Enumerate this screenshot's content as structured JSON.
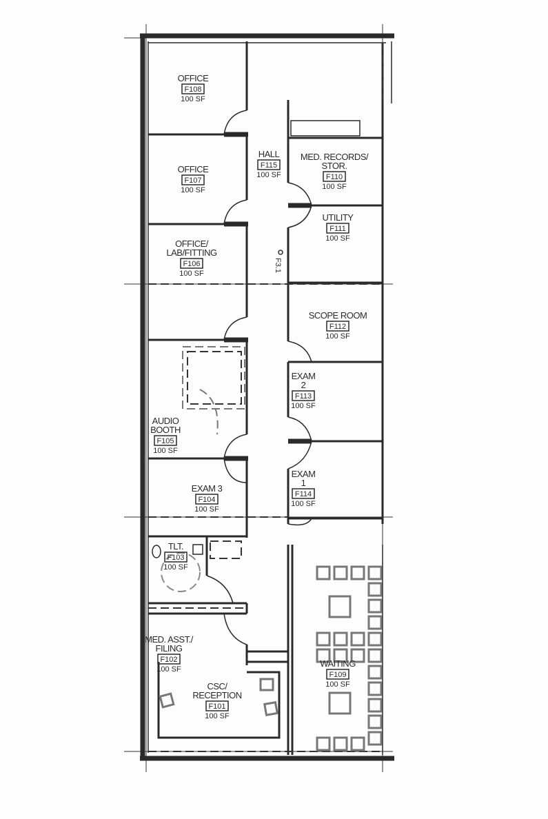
{
  "plan": {
    "rooms": [
      {
        "id": "office-1",
        "lines": [
          "OFFICE"
        ],
        "number": "F108",
        "area": "100 SF"
      },
      {
        "id": "office-2",
        "lines": [
          "OFFICE"
        ],
        "number": "F107",
        "area": "100 SF"
      },
      {
        "id": "office-lab-fitting",
        "lines": [
          "OFFICE/",
          "LAB/FITTING"
        ],
        "number": "F106",
        "area": "100 SF"
      },
      {
        "id": "audio-booth",
        "lines": [
          "AUDIO",
          "BOOTH"
        ],
        "number": "F105",
        "area": "100 SF"
      },
      {
        "id": "exam-3",
        "lines": [
          "EXAM 3"
        ],
        "number": "F104",
        "area": "100 SF"
      },
      {
        "id": "toilet",
        "lines": [
          "TLT."
        ],
        "number": "F103",
        "area": "100 SF"
      },
      {
        "id": "med-asst-filing",
        "lines": [
          "MED. ASST./",
          "FILING"
        ],
        "number": "F102",
        "area": "100 SF"
      },
      {
        "id": "csc-reception",
        "lines": [
          "CSC/",
          "RECEPTION"
        ],
        "number": "F101",
        "area": "100 SF"
      },
      {
        "id": "waiting",
        "lines": [
          "WAITING"
        ],
        "number": "F109",
        "area": "100 SF"
      },
      {
        "id": "hall",
        "lines": [
          "HALL"
        ],
        "number": "F115",
        "area": "100 SF"
      },
      {
        "id": "med-records-stor",
        "lines": [
          "MED. RECORDS/",
          "STOR."
        ],
        "number": "F110",
        "area": "100 SF"
      },
      {
        "id": "utility",
        "lines": [
          "UTILITY"
        ],
        "number": "F111",
        "area": "100 SF"
      },
      {
        "id": "scope-room",
        "lines": [
          "SCOPE ROOM"
        ],
        "number": "F112",
        "area": "100 SF"
      },
      {
        "id": "exam-2",
        "lines": [
          "EXAM",
          "2"
        ],
        "number": "F113",
        "area": "100 SF"
      },
      {
        "id": "exam-1",
        "lines": [
          "EXAM",
          "1"
        ],
        "number": "F114",
        "area": "100 SF"
      }
    ],
    "column_tag": "F3.1"
  }
}
